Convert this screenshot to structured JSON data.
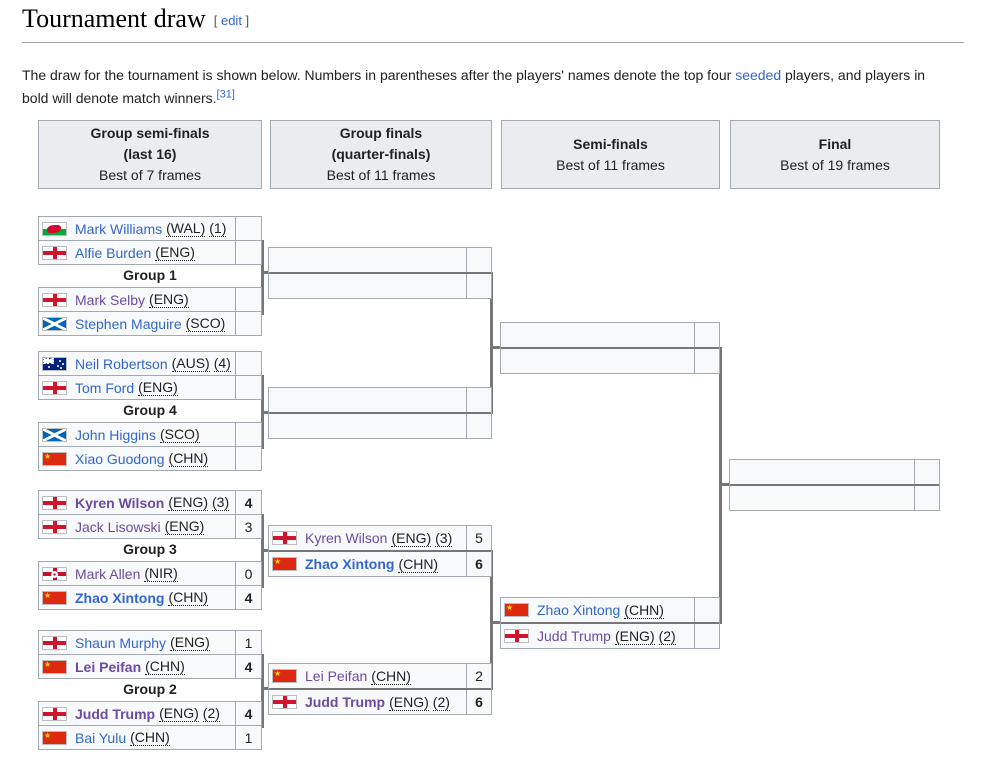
{
  "page": {
    "title": "Tournament draw",
    "bracket_open": "[ ",
    "edit_label": "edit",
    "bracket_close": " ]"
  },
  "intro": {
    "part1": "The draw for the tournament is shown below. Numbers in parentheses after the players' names denote the top four ",
    "seeded_link": "seeded",
    "part2": " players, and players in bold will denote match winners.",
    "ref": "[31]"
  },
  "round_headers": [
    {
      "title": "Group semi-finals",
      "subtitle": "(last 16)",
      "detail": "Best of 7 frames"
    },
    {
      "title": "Group finals",
      "subtitle": "(quarter-finals)",
      "detail": "Best of 11 frames"
    },
    {
      "title": "Semi-finals",
      "subtitle": "",
      "detail": "Best of 11 frames"
    },
    {
      "title": "Final",
      "subtitle": "",
      "detail": "Best of 19 frames"
    }
  ],
  "colors": {
    "link_blue": "#3366cc",
    "link_visited": "#6b4ba1",
    "connector": "#767676",
    "cell_bg": "#f8f9fa",
    "cell_border": "#a2a9b1",
    "header_bg": "#eaecf0"
  },
  "bracket": {
    "groups": [
      {
        "label": "Group 1",
        "players": [
          {
            "name": "Mark Williams",
            "nat": "(WAL)",
            "seed": "(1)",
            "score": ""
          },
          {
            "name": "Alfie Burden",
            "nat": "(ENG)",
            "score": ""
          },
          {
            "name": "Mark Selby",
            "nat": "(ENG)",
            "score": ""
          },
          {
            "name": "Stephen Maguire",
            "nat": "(SCO)",
            "score": ""
          }
        ]
      },
      {
        "label": "Group 4",
        "players": [
          {
            "name": "Neil Robertson",
            "nat": "(AUS)",
            "seed": "(4)",
            "score": ""
          },
          {
            "name": "Tom Ford",
            "nat": "(ENG)",
            "score": ""
          },
          {
            "name": "John Higgins",
            "nat": "(SCO)",
            "score": ""
          },
          {
            "name": "Xiao Guodong",
            "nat": "(CHN)",
            "score": ""
          }
        ]
      },
      {
        "label": "Group 3",
        "players": [
          {
            "name": "Kyren Wilson",
            "nat": "(ENG)",
            "seed": "(3)",
            "score": "4"
          },
          {
            "name": "Jack Lisowski",
            "nat": "(ENG)",
            "score": "3"
          },
          {
            "name": "Mark Allen",
            "nat": "(NIR)",
            "score": "0"
          },
          {
            "name": "Zhao Xintong",
            "nat": "(CHN)",
            "score": "4"
          }
        ]
      },
      {
        "label": "Group 2",
        "players": [
          {
            "name": "Shaun Murphy",
            "nat": "(ENG)",
            "score": "1"
          },
          {
            "name": "Lei Peifan",
            "nat": "(CHN)",
            "score": "4"
          },
          {
            "name": "Judd Trump",
            "nat": "(ENG)",
            "seed": "(2)",
            "score": "4"
          },
          {
            "name": "Bai Yulu",
            "nat": "(CHN)",
            "score": "1"
          }
        ]
      }
    ],
    "quarterfinals": [
      {
        "p1": {
          "name": "Kyren Wilson",
          "nat": "(ENG)",
          "seed": "(3)",
          "score": "5"
        },
        "p2": {
          "name": "Zhao Xintong",
          "nat": "(CHN)",
          "score": "6"
        }
      },
      {
        "p1": {
          "name": "Lei Peifan",
          "nat": "(CHN)",
          "score": "2"
        },
        "p2": {
          "name": "Judd Trump",
          "nat": "(ENG)",
          "seed": "(2)",
          "score": "6"
        }
      }
    ],
    "semifinal": {
      "p1": {
        "name": "Zhao Xintong",
        "nat": "(CHN)",
        "score": ""
      },
      "p2": {
        "name": "Judd Trump",
        "nat": "(ENG)",
        "seed": "(2)",
        "score": ""
      }
    }
  }
}
